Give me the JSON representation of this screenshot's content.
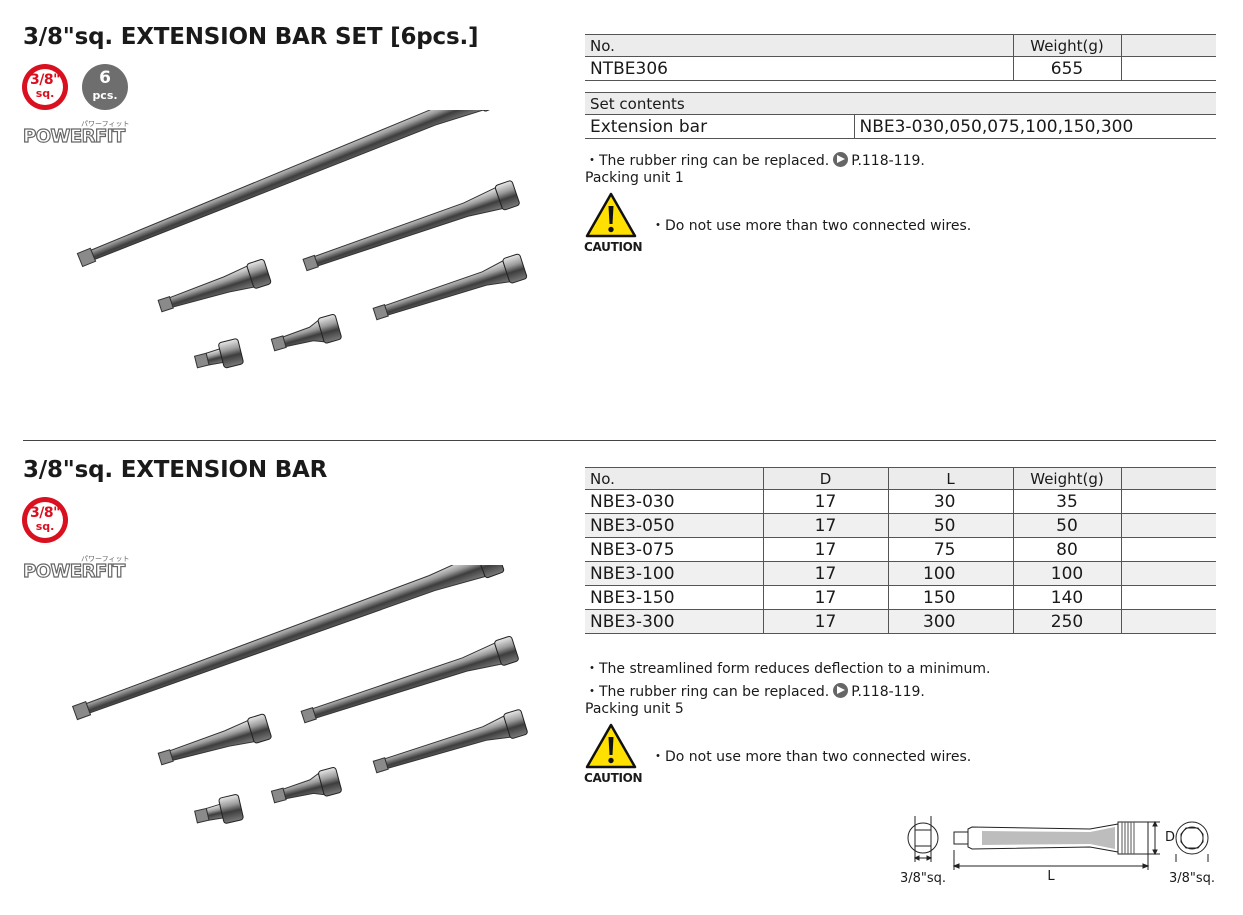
{
  "colors": {
    "badge_red": "#d8101f",
    "badge_grey": "#6e6e6e",
    "table_header_bg": "#ececec"
  },
  "set_section": {
    "title": "3/8\"sq. EXTENSION BAR SET [6pcs.]",
    "badge_size": {
      "top": "3/8\"",
      "bottom": "sq."
    },
    "badge_pcs": {
      "top": "6",
      "bottom": "pcs."
    },
    "brand": "POWERFIT",
    "brand_kana": "パワーフィット",
    "table": {
      "headers": [
        "No.",
        "Weight(g)"
      ],
      "row": {
        "no": "NTBE306",
        "weight": "655"
      }
    },
    "contents_table": {
      "header": "Set contents",
      "label": "Extension bar",
      "value": "NBE3-030,050,075,100,150,300"
    },
    "note_rubber": "・The rubber ring can be replaced.",
    "note_ref": "P.118-119.",
    "packing": "Packing unit 1",
    "caution_label": "CAUTION",
    "caution_text": "・Do not use more than two connected wires."
  },
  "bar_section": {
    "title": "3/8\"sq. EXTENSION BAR",
    "badge_size": {
      "top": "3/8\"",
      "bottom": "sq."
    },
    "brand": "POWERFIT",
    "brand_kana": "パワーフィット",
    "table": {
      "headers": [
        "No.",
        "D",
        "L",
        "Weight(g)"
      ],
      "rows": [
        {
          "no": "NBE3-030",
          "d": "17",
          "l": "30",
          "weight": "35"
        },
        {
          "no": "NBE3-050",
          "d": "17",
          "l": "50",
          "weight": "50"
        },
        {
          "no": "NBE3-075",
          "d": "17",
          "l": "75",
          "weight": "80"
        },
        {
          "no": "NBE3-100",
          "d": "17",
          "l": "100",
          "weight": "100"
        },
        {
          "no": "NBE3-150",
          "d": "17",
          "l": "150",
          "weight": "140"
        },
        {
          "no": "NBE3-300",
          "d": "17",
          "l": "300",
          "weight": "250"
        }
      ]
    },
    "note_streamlined": "・The streamlined form reduces deflection to a minimum.",
    "note_rubber": "・The rubber ring can be replaced.",
    "note_ref": "P.118-119.",
    "packing": "Packing unit 5",
    "caution_label": "CAUTION",
    "caution_text": "・Do not use more than two connected wires.",
    "diagram": {
      "left_label": "3/8\"sq.",
      "length_label": "L",
      "diameter_label": "D",
      "right_label": "3/8\"sq."
    }
  }
}
